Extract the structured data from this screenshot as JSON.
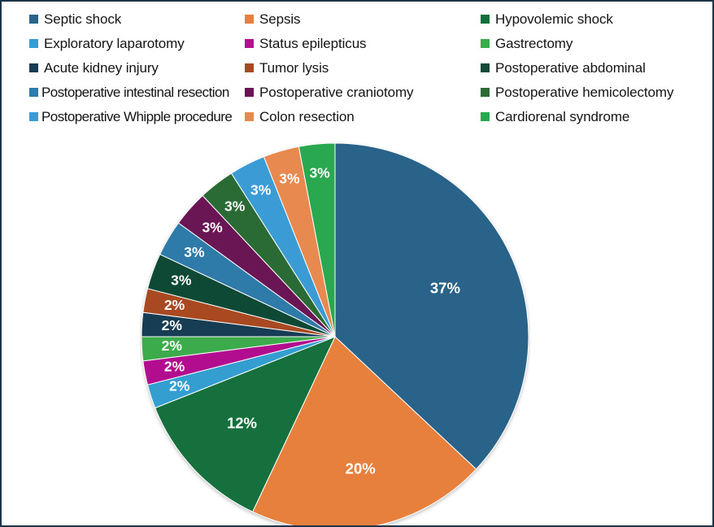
{
  "legend": {
    "items": [
      {
        "label": "Septic shock",
        "color": "#2c6489"
      },
      {
        "label": "Sepsis",
        "color": "#e8803c"
      },
      {
        "label": "Hypovolemic shock",
        "color": "#12703c"
      },
      {
        "label": "Exploratory laparotomy",
        "color": "#359ed0"
      },
      {
        "label": "Status epilepticus",
        "color": "#b3118f"
      },
      {
        "label": "Gastrectomy",
        "color": "#3bab4c"
      },
      {
        "label": "Acute kidney injury",
        "color": "#163c52"
      },
      {
        "label": "Tumor lysis",
        "color": "#a84a21"
      },
      {
        "label": "Postoperative abdominal",
        "color": "#114a36"
      },
      {
        "label": "Postoperative intestinal resection",
        "color": "#2f7aa8"
      },
      {
        "label": "Postoperative craniotomy",
        "color": "#6b1355"
      },
      {
        "label": "Postoperative hemicolectomy",
        "color": "#2c6b36"
      },
      {
        "label": "Postoperative Whipple procedure",
        "color": "#3b9bd4"
      },
      {
        "label": "Colon resection",
        "color": "#e8894f"
      },
      {
        "label": "Cardiorenal syndrome",
        "color": "#2aa84f"
      }
    ]
  },
  "chart_data": {
    "type": "pie",
    "title": "",
    "legend_position": "top",
    "value_unit": "%",
    "labels": [
      "Septic shock",
      "Sepsis",
      "Hypovolemic shock",
      "Exploratory laparotomy",
      "Status epilepticus",
      "Gastrectomy",
      "Acute kidney injury",
      "Tumor lysis",
      "Postoperative abdominal",
      "Postoperative intestinal resection",
      "Postoperative craniotomy",
      "Postoperative hemicolectomy",
      "Postoperative Whipple procedure",
      "Colon resection",
      "Cardiorenal syndrome"
    ],
    "values": [
      37,
      20,
      12,
      2,
      2,
      2,
      2,
      2,
      3,
      3,
      3,
      3,
      3,
      3,
      3
    ],
    "data_labels": [
      "37%",
      "20%",
      "12%",
      "2%",
      "2%",
      "2%",
      "2%",
      "2%",
      "3%",
      "3%",
      "3%",
      "3%",
      "3%",
      "3%",
      "3%"
    ],
    "colors": [
      "#2c6489",
      "#e8803c",
      "#12703c",
      "#359ed0",
      "#b3118f",
      "#3bab4c",
      "#163c52",
      "#a84a21",
      "#114a36",
      "#2f7aa8",
      "#6b1355",
      "#2c6b36",
      "#3b9bd4",
      "#e8894f",
      "#2aa84f"
    ],
    "start_angle_deg": 0,
    "direction": "clockwise"
  },
  "style": {
    "frame_color": "#1d3446",
    "background": "#ffffff",
    "label_text_color": "#ffffff",
    "legend_text_color": "#141414"
  }
}
